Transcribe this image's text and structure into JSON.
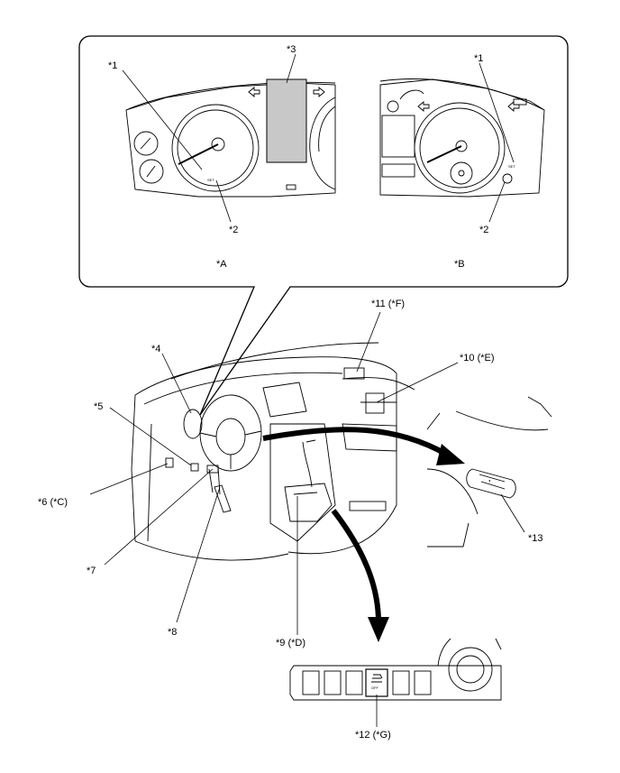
{
  "callouts": {
    "c1a": "*1",
    "c1b": "*1",
    "c2a": "*2",
    "c2b": "*2",
    "c3": "*3",
    "c4": "*4",
    "c5": "*5",
    "c6": "*6 (*C)",
    "c7": "*7",
    "c8": "*8",
    "c9": "*9 (*D)",
    "c10": "*10 (*E)",
    "c11": "*11 (*F)",
    "c12": "*12 (*G)",
    "c13": "*13"
  },
  "views": {
    "a": "*A",
    "b": "*B"
  },
  "gauge_text": {
    "set_a": "SET",
    "set_b": "SET",
    "off": "OFF"
  },
  "icons": [
    "hazard-arrow-icon",
    "vehicle-icon",
    "arrow-icon"
  ],
  "colors": {
    "line": "#000000",
    "highlight_fill": "#c8c8c8",
    "background": "#ffffff"
  }
}
